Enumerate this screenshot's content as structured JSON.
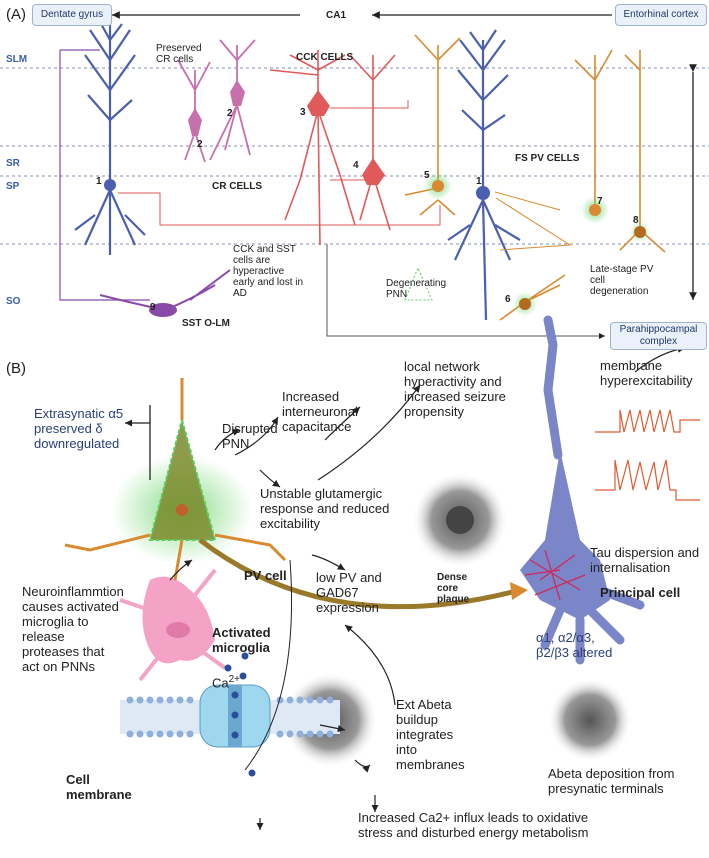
{
  "panelA": {
    "label": "(A)",
    "boxes": {
      "dentate_gyrus": "Dentate gyrus",
      "entorhinal_cortex": "Entorhinal cortex",
      "parahippocampal": "Parahippocampal complex"
    },
    "ca1": "CA1",
    "layers": [
      "SLM",
      "SR",
      "SP",
      "SO"
    ],
    "labels": {
      "preserved_cr": "Preserved CR cells",
      "cck_cells": "CCK CELLS",
      "cr_cells": "CR CELLS",
      "fs_pv_cells": "FS PV CELLS",
      "cck_sst_note": "CCK and SST cells are hyperactive early and lost in AD",
      "degenerating_pnn": "Degenerating PNN",
      "late_stage": "Late-stage PV cell degeneration",
      "sst_olm": "SST O-LM"
    },
    "numbers": [
      "1",
      "2",
      "2",
      "3",
      "4",
      "5",
      "1",
      "6",
      "7",
      "8",
      "9"
    ]
  },
  "panelB": {
    "label": "(B)",
    "extrasynaptic": "Extrasynatic α5 preserved δ downregulated",
    "disrupted_pnn": "Disrupted PNN",
    "increased_capacitance": "Increased interneuronal capacitance",
    "unstable": "Unstable glutamergic response and reduced excitability",
    "local_network": "local network hyperactivity and increased seizure propensity",
    "membrane_hyper": "membrane hyperexcitability",
    "neuroinflammation": "Neuroinflammtion causes activated microglia to release proteases that act on PNNs",
    "pv_cell": "PV cell",
    "activated_microglia": "Activated microglia",
    "low_pv": "low PV and GAD67 expression",
    "dense_core": "Dense core plaque",
    "tau": "Tau dispersion and internalisation",
    "principal_cell": "Principal cell",
    "alpha_subunits": "α1, α2/α3, β2/β3 altered",
    "ca2": "Ca",
    "ca2_sup": "2+",
    "ext_abeta": "Ext Abeta buildup integrates into membranes",
    "cell_membrane": "Cell membrane",
    "increased_ca": "Increased Ca2+ influx leads to oxidative stress and disturbed energy metabolism",
    "abeta_deposition": "Abeta deposition from presynatic terminals"
  },
  "colors": {
    "blue_cell": "#4a5fb0",
    "pink_cell": "#c86fae",
    "red_cell": "#e05a5a",
    "orange_cell": "#d98a30",
    "green_pnn": "#5ec85e",
    "purple_cell": "#8a4aa8",
    "axon_gold": "#9a7a2a",
    "layer_line": "#7f8fb0"
  }
}
